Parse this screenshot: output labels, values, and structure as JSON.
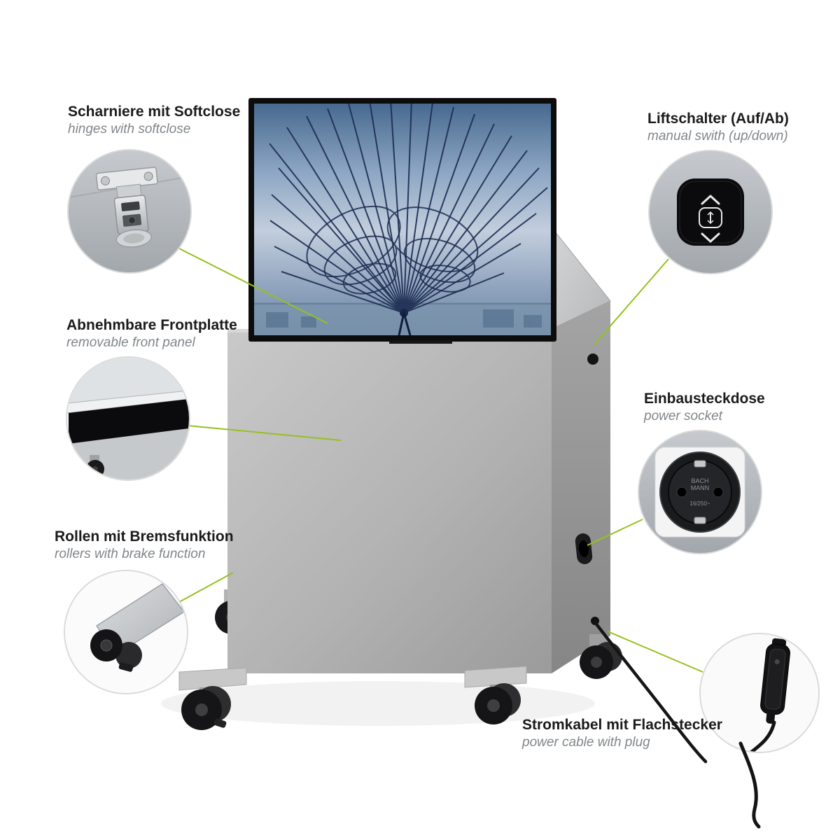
{
  "colors": {
    "accent": "#95c11f",
    "title_text": "#1b1b1b",
    "subtitle_text": "#81868a"
  },
  "callouts": {
    "hinges": {
      "title": "Scharniere mit Softclose",
      "subtitle": "hinges with softclose"
    },
    "front_panel": {
      "title": "Abnehmbare Frontplatte",
      "subtitle": "removable front panel"
    },
    "rollers": {
      "title": "Rollen mit Bremsfunktion",
      "subtitle": "rollers with brake function"
    },
    "lift_switch": {
      "title": "Liftschalter (Auf/Ab)",
      "subtitle": "manual swith (up/down)"
    },
    "power_socket": {
      "title": "Einbausteckdose",
      "subtitle": "power socket"
    },
    "power_cable": {
      "title": "Stromkabel mit Flachstecker",
      "subtitle": "power cable with plug"
    }
  },
  "socket_detail": {
    "brand_top": "BACH",
    "brand_bottom": "MANN",
    "rating": "16/250~"
  }
}
